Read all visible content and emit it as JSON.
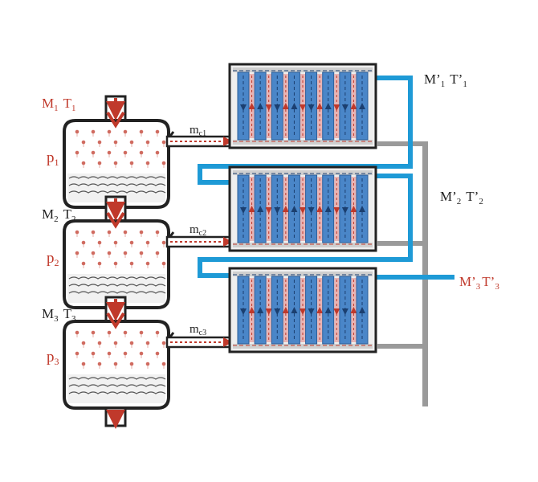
{
  "vessels": [
    {
      "id": 1,
      "inlet_M": "M",
      "inlet_M_sub": "1",
      "inlet_T": "T",
      "inlet_T_sub": "1",
      "pressure": "p",
      "pressure_sub": "1",
      "vapor": "m",
      "vapor_sub": "c1",
      "label_color": "#c0392b"
    },
    {
      "id": 2,
      "inlet_M": "M",
      "inlet_M_sub": "2",
      "inlet_T": "T",
      "inlet_T_sub": "2",
      "pressure": "p",
      "pressure_sub": "2",
      "vapor": "m",
      "vapor_sub": "c2",
      "label_color": "#222222"
    },
    {
      "id": 3,
      "inlet_M": "M",
      "inlet_M_sub": "3",
      "inlet_T": "T",
      "inlet_T_sub": "3",
      "pressure": "p",
      "pressure_sub": "3",
      "vapor": "m",
      "vapor_sub": "c3",
      "label_color": "#222222"
    }
  ],
  "coolant": [
    {
      "M": "M’",
      "M_sub": "1",
      "T": "T’",
      "T_sub": "1"
    },
    {
      "M": "M’",
      "M_sub": "2",
      "T": "T’",
      "T_sub": "2"
    },
    {
      "M": "M’",
      "M_sub": "3",
      "T": "T’",
      "T_sub": "3"
    }
  ],
  "colors": {
    "red": "#c0392b",
    "blue_pipe": "#1e9ad6",
    "blue_tube": "#4a86c8",
    "gray_pipe": "#9a9a9a",
    "outline": "#222222",
    "condensate": "#e8b4b4"
  }
}
